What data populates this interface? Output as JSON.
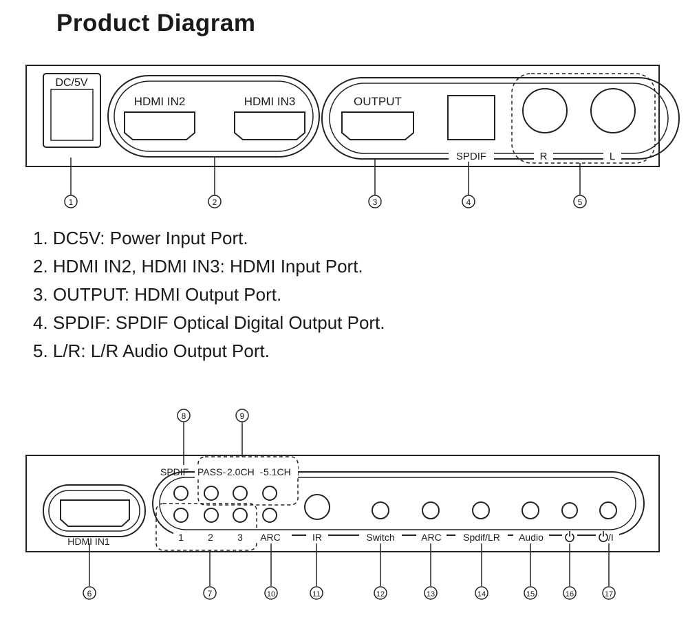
{
  "title": "Product Diagram",
  "panel1": {
    "dc_label": "DC/5V",
    "hdmi_in2": "HDMI IN2",
    "hdmi_in3": "HDMI IN3",
    "output": "OUTPUT",
    "spdif": "SPDIF",
    "r": "R",
    "l": "L",
    "callouts": [
      "1",
      "2",
      "3",
      "4",
      "5"
    ]
  },
  "descriptions": [
    "1.  DC5V: Power Input Port.",
    "2.  HDMI IN2, HDMI IN3: HDMI Input Port.",
    "3.  OUTPUT: HDMI Output Port.",
    "4.  SPDIF:  SPDIF Optical Digital Output Port.",
    "5.  L/R: L/R Audio Output Port."
  ],
  "panel2": {
    "hdmi_in1": "HDMI IN1",
    "spdif": "SPDIF",
    "pass": "PASS",
    "ch20": "2.0CH",
    "ch51": "5.1CH",
    "n1": "1",
    "n2": "2",
    "n3": "3",
    "arc": "ARC",
    "ir": "IR",
    "switch": "Switch",
    "arc2": "ARC",
    "spdif_lr": "Spdif/LR",
    "audio": "Audio",
    "power_icon": "power-icon",
    "power_toggle_icon": "power-toggle-icon",
    "power_toggle_suffix": "/I",
    "callouts": [
      "8",
      "9",
      "6",
      "7",
      "10",
      "11",
      "12",
      "13",
      "14",
      "15",
      "16",
      "17"
    ]
  }
}
